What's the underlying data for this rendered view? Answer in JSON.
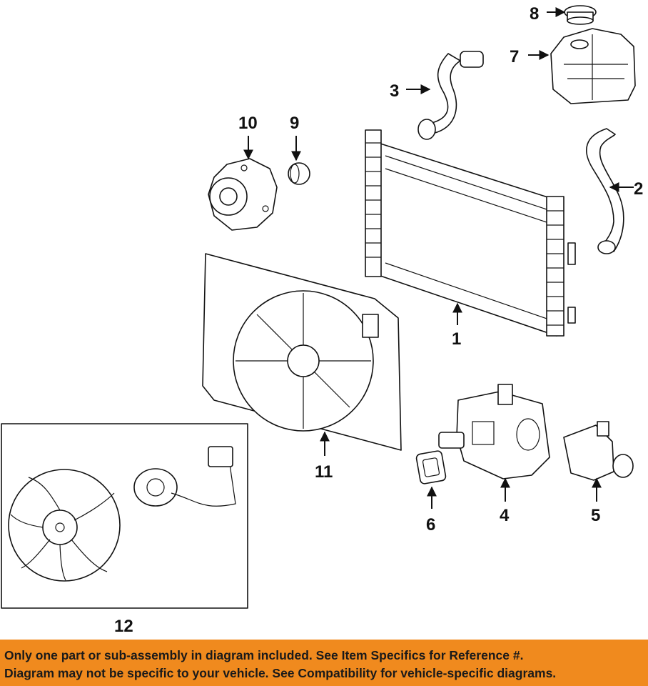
{
  "callouts": {
    "c1": "1",
    "c2": "2",
    "c3": "3",
    "c4": "4",
    "c5": "5",
    "c6": "6",
    "c7": "7",
    "c8": "8",
    "c9": "9",
    "c10": "10",
    "c11": "11",
    "c12": "12"
  },
  "banner": {
    "line1": "Only one part or sub-assembly in diagram included. See Item Specifics for Reference #.",
    "line2": "Diagram may not be specific to your vehicle. See Compatibility for vehicle-specific diagrams."
  },
  "colors": {
    "banner": "#f08a1e",
    "line": "#111111",
    "background": "#ffffff"
  }
}
